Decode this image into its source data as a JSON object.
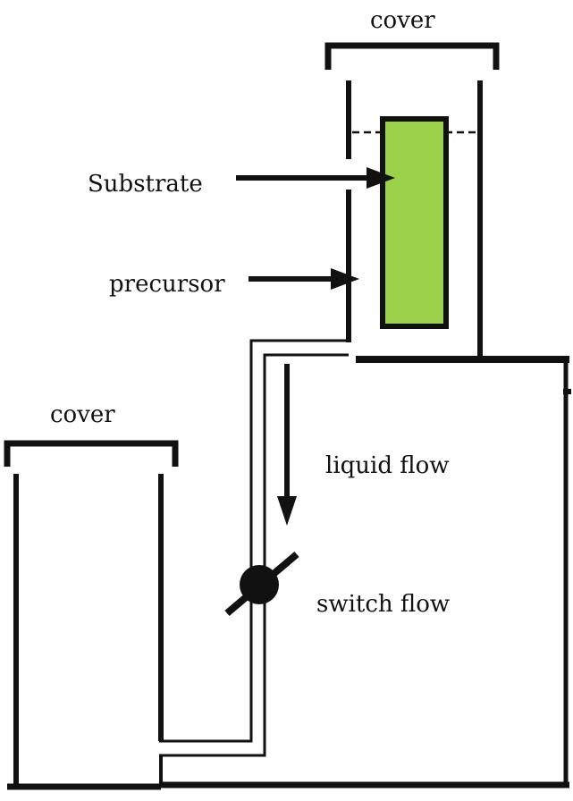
{
  "labels": {
    "cover_top": "cover",
    "cover_left": "cover",
    "substrate": "Substrate",
    "precursor": "precursor",
    "liquid_flow": "liquid flow",
    "switch_flow": "switch flow"
  },
  "colors": {
    "substrate": "#9bd14a",
    "line": "#111111",
    "background": "#ffffff"
  }
}
